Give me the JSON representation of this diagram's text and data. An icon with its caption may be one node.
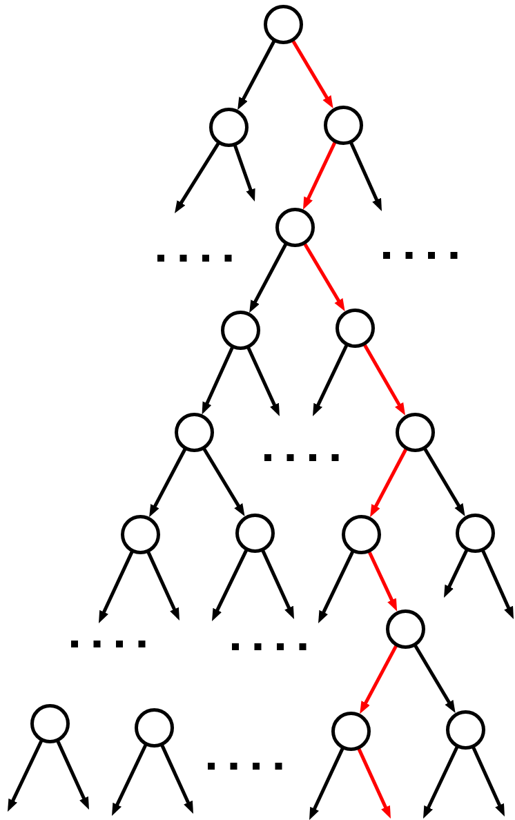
{
  "diagram": {
    "nodes": [
      {
        "text": [],
        "shape": "circle"
      },
      {
        "text": [],
        "shape": "circle"
      },
      {
        "text": [],
        "shape": "circle"
      },
      {
        "text": [],
        "shape": "circle"
      },
      {
        "text": [],
        "shape": "circle"
      },
      {
        "text": [],
        "shape": "circle"
      },
      {
        "text": [],
        "shape": "circle"
      },
      {
        "text": [],
        "shape": "circle"
      },
      {
        "text": [],
        "shape": "circle"
      },
      {
        "text": [],
        "shape": "circle"
      },
      {
        "text": [],
        "shape": "circle"
      },
      {
        "text": [],
        "shape": "circle"
      },
      {
        "text": [],
        "shape": "circle"
      },
      {
        "text": [],
        "shape": "circle"
      },
      {
        "text": [],
        "shape": "circle"
      },
      {
        "text": [],
        "shape": "circle"
      },
      {
        "text": [],
        "shape": "circle"
      }
    ],
    "edges": [
      {
        "from": 0,
        "to": 1,
        "arrow": "to"
      },
      {
        "from": 0,
        "to": 2,
        "arrow": "to",
        "color": "#ff0000"
      },
      {
        "from": 1,
        "to": null,
        "arrow": "to"
      },
      {
        "from": 1,
        "to": null,
        "arrow": "to"
      },
      {
        "from": 2,
        "to": 3,
        "arrow": "to",
        "color": "#ff0000"
      },
      {
        "from": 2,
        "to": null,
        "arrow": "to"
      },
      {
        "from": 3,
        "to": 4,
        "arrow": "to"
      },
      {
        "from": 3,
        "to": 5,
        "arrow": "to",
        "color": "#ff0000"
      },
      {
        "from": 4,
        "to": 6,
        "arrow": "to"
      },
      {
        "from": 4,
        "to": null,
        "arrow": "to"
      },
      {
        "from": 5,
        "to": null,
        "arrow": "to"
      },
      {
        "from": 5,
        "to": 7,
        "arrow": "to",
        "color": "#ff0000"
      },
      {
        "from": 6,
        "to": 8,
        "arrow": "to"
      },
      {
        "from": 6,
        "to": 9,
        "arrow": "to"
      },
      {
        "from": 7,
        "to": 10,
        "arrow": "to",
        "color": "#ff0000"
      },
      {
        "from": 7,
        "to": 11,
        "arrow": "to"
      },
      {
        "from": 8,
        "to": null,
        "arrow": "to"
      },
      {
        "from": 8,
        "to": null,
        "arrow": "to"
      },
      {
        "from": 9,
        "to": null,
        "arrow": "to"
      },
      {
        "from": 9,
        "to": null,
        "arrow": "to"
      },
      {
        "from": 10,
        "to": null,
        "arrow": "to"
      },
      {
        "from": 10,
        "to": 12,
        "arrow": "to",
        "color": "#ff0000"
      },
      {
        "from": 11,
        "to": null,
        "arrow": "to"
      },
      {
        "from": 11,
        "to": null,
        "arrow": "to"
      },
      {
        "from": 12,
        "to": 15,
        "arrow": "to",
        "color": "#ff0000"
      },
      {
        "from": 12,
        "to": 16,
        "arrow": "to"
      },
      {
        "from": 13,
        "to": null,
        "arrow": "to"
      },
      {
        "from": 13,
        "to": null,
        "arrow": "to"
      },
      {
        "from": 14,
        "to": null,
        "arrow": "to"
      },
      {
        "from": 14,
        "to": null,
        "arrow": "to"
      },
      {
        "from": 15,
        "to": null,
        "arrow": "to"
      },
      {
        "from": 15,
        "to": null,
        "arrow": "to",
        "color": "#ff0000"
      },
      {
        "from": 16,
        "to": null,
        "arrow": "to"
      },
      {
        "from": 16,
        "to": null,
        "arrow": "to"
      }
    ]
  }
}
